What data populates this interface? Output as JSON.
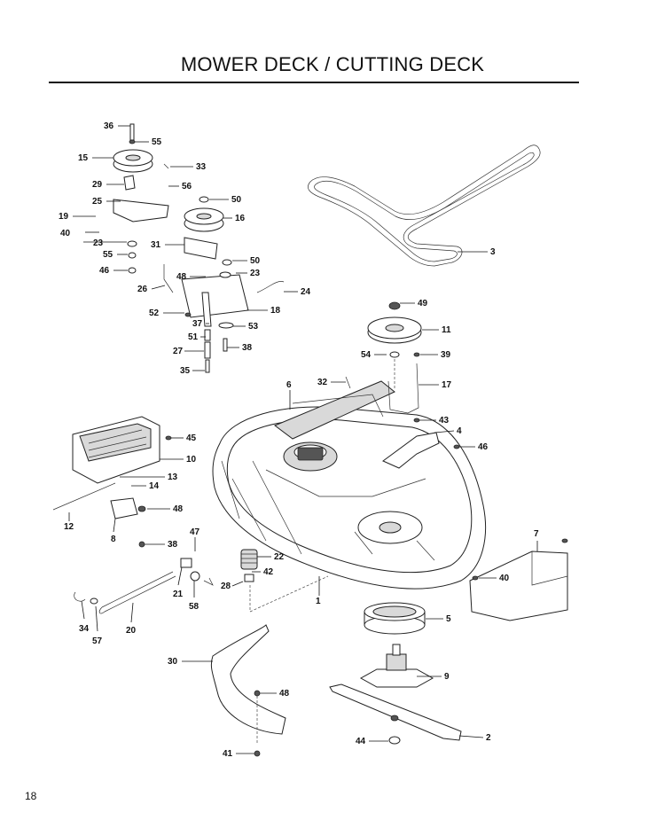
{
  "page": {
    "title": "MOWER DECK / CUTTING DECK",
    "page_number": "18"
  },
  "callouts": [
    {
      "id": "c1",
      "label": "1"
    },
    {
      "id": "c2",
      "label": "2"
    },
    {
      "id": "c3",
      "label": "3"
    },
    {
      "id": "c4",
      "label": "4"
    },
    {
      "id": "c5",
      "label": "5"
    },
    {
      "id": "c6",
      "label": "6"
    },
    {
      "id": "c7",
      "label": "7"
    },
    {
      "id": "c8",
      "label": "8"
    },
    {
      "id": "c9",
      "label": "9"
    },
    {
      "id": "c10",
      "label": "10"
    },
    {
      "id": "c11",
      "label": "11"
    },
    {
      "id": "c12",
      "label": "12"
    },
    {
      "id": "c13",
      "label": "13"
    },
    {
      "id": "c14",
      "label": "14"
    },
    {
      "id": "c15",
      "label": "15"
    },
    {
      "id": "c16",
      "label": "16"
    },
    {
      "id": "c17",
      "label": "17"
    },
    {
      "id": "c18",
      "label": "18"
    },
    {
      "id": "c19",
      "label": "19"
    },
    {
      "id": "c20",
      "label": "20"
    },
    {
      "id": "c21",
      "label": "21"
    },
    {
      "id": "c22",
      "label": "22"
    },
    {
      "id": "c23a",
      "label": "23"
    },
    {
      "id": "c23b",
      "label": "23"
    },
    {
      "id": "c24",
      "label": "24"
    },
    {
      "id": "c25",
      "label": "25"
    },
    {
      "id": "c26",
      "label": "26"
    },
    {
      "id": "c27",
      "label": "27"
    },
    {
      "id": "c28",
      "label": "28"
    },
    {
      "id": "c29",
      "label": "29"
    },
    {
      "id": "c30",
      "label": "30"
    },
    {
      "id": "c31",
      "label": "31"
    },
    {
      "id": "c32",
      "label": "32"
    },
    {
      "id": "c33",
      "label": "33"
    },
    {
      "id": "c34",
      "label": "34"
    },
    {
      "id": "c35",
      "label": "35"
    },
    {
      "id": "c36",
      "label": "36"
    },
    {
      "id": "c37",
      "label": "37"
    },
    {
      "id": "c38a",
      "label": "38"
    },
    {
      "id": "c38b",
      "label": "38"
    },
    {
      "id": "c39",
      "label": "39"
    },
    {
      "id": "c40a",
      "label": "40"
    },
    {
      "id": "c40b",
      "label": "40"
    },
    {
      "id": "c41",
      "label": "41"
    },
    {
      "id": "c42",
      "label": "42"
    },
    {
      "id": "c43",
      "label": "43"
    },
    {
      "id": "c44",
      "label": "44"
    },
    {
      "id": "c45",
      "label": "45"
    },
    {
      "id": "c46a",
      "label": "46"
    },
    {
      "id": "c46b",
      "label": "46"
    },
    {
      "id": "c47",
      "label": "47"
    },
    {
      "id": "c48a",
      "label": "48"
    },
    {
      "id": "c48b",
      "label": "48"
    },
    {
      "id": "c48c",
      "label": "48"
    },
    {
      "id": "c49",
      "label": "49"
    },
    {
      "id": "c50a",
      "label": "50"
    },
    {
      "id": "c50b",
      "label": "50"
    },
    {
      "id": "c51",
      "label": "51"
    },
    {
      "id": "c52",
      "label": "52"
    },
    {
      "id": "c53",
      "label": "53"
    },
    {
      "id": "c54",
      "label": "54"
    },
    {
      "id": "c55a",
      "label": "55"
    },
    {
      "id": "c55b",
      "label": "55"
    },
    {
      "id": "c56",
      "label": "56"
    },
    {
      "id": "c57",
      "label": "57"
    },
    {
      "id": "c58",
      "label": "58"
    }
  ]
}
